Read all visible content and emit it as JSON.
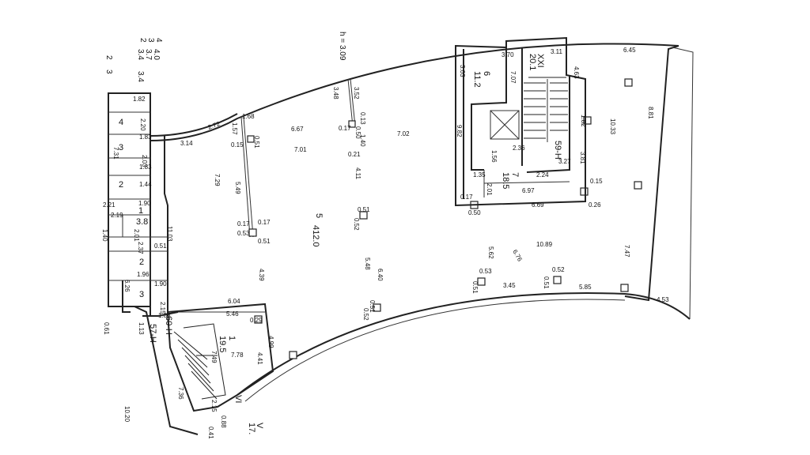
{
  "header": {
    "h_label": "h = 3.09",
    "row1": [
      "2",
      "3",
      "4"
    ],
    "row2": [
      "3.4",
      "3.7",
      "4.0"
    ],
    "marks": [
      "2",
      "3"
    ]
  },
  "rooms": {
    "r5_num": "5",
    "r5_area": "412.0",
    "r6_num": "6",
    "r6_area": "11.2",
    "r7_num": "7",
    "r7_area": "18.5",
    "r1_num": "1",
    "r1_area": "19.5",
    "r4": "4",
    "r3a": "3",
    "r2a": "2",
    "r1b": "1",
    "r1b_area": "3.8",
    "r2b": "2",
    "r3b": "3",
    "stair_a": "XXI",
    "stair_a_area": "20.1",
    "stair_b": "59-H",
    "stair_c": "60-H",
    "stair_d": "57-Н",
    "vi": "VI",
    "v": "V",
    "v_area": "17."
  },
  "dims": {
    "d370": "3.70",
    "d311": "3.11",
    "d645": "6.45",
    "d303": "3.03",
    "d707": "7.07",
    "d463": "4.63",
    "d881": "8.81",
    "d1033": "10.33",
    "d182": "1.82",
    "d982": "9.82",
    "d236": "2.36",
    "d156": "1.56",
    "d381": "3.81",
    "d327": "3.27",
    "d135": "1.35",
    "d224": "2.24",
    "d201": "2.01",
    "d697": "6.97",
    "d669": "6.69",
    "d015": "0.15",
    "d017": "0.17",
    "d050": "0.50",
    "d026": "0.26",
    "d747": "7.47",
    "d1089": "10.89",
    "d676": "6.76",
    "d562": "5.62",
    "d053": "0.53",
    "d052": "0.52",
    "d051": "0.51",
    "d345": "3.45",
    "d585": "5.85",
    "d453": "4.53",
    "d348": "3.48",
    "d352": "3.52",
    "d013": "0.13",
    "d057": "0.50",
    "d140": "1.40",
    "d021": "0.21",
    "d411": "4.11",
    "d702": "7.02",
    "d667": "6.67",
    "d701": "7.01",
    "d168": "1.68",
    "d157": "1.57",
    "d549": "5.49",
    "d729": "7.29",
    "d272": "2.72",
    "d314": "3.14",
    "d439": "4.39",
    "d548": "5.48",
    "d640": "6.40",
    "d604": "6.04",
    "d546": "5.46",
    "d029": "0.29",
    "d499": "4.99",
    "d441": "4.41",
    "d778": "7.78",
    "d749": "7.49",
    "d736": "7.36",
    "d215": "2.15",
    "d088": "0.88",
    "d041": "0.41",
    "d1020": "10.20",
    "d061": "0.61",
    "d626": "6.26",
    "d113": "1.13",
    "d188": "1.88",
    "d190": "1.90",
    "d196": "1.96",
    "d237": "2.37",
    "d1103": "11.03",
    "d219": "2.19",
    "d221": "2.21",
    "d140b": "1.40",
    "d201b": "2.01",
    "d281": "2.81",
    "d203": "2.03",
    "d183": "1.83",
    "d144": "1.44",
    "d220": "2.20",
    "d731": "7.31",
    "d051b": "0.51",
    "d053b": "0.53"
  }
}
